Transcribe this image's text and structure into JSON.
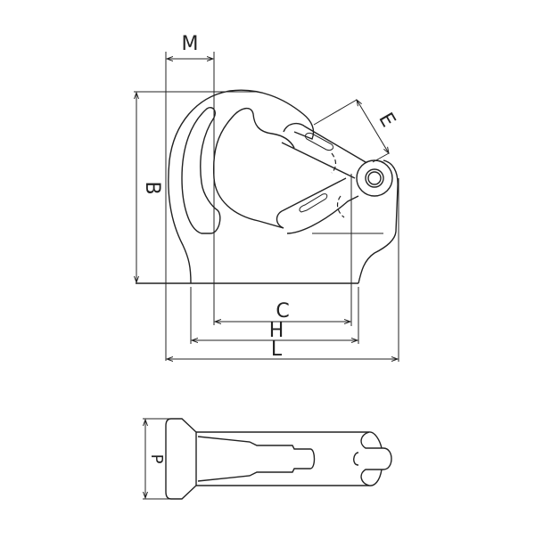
{
  "diagram": {
    "subject": "Snap hook technical drawing",
    "colors": {
      "line": "#222222",
      "background": "#ffffff"
    },
    "views": {
      "side": {
        "dimensions": {
          "M": "M",
          "B": "B",
          "E": "E",
          "C": "C",
          "H": "H",
          "L": "L"
        }
      },
      "top": {
        "dimensions": {
          "P": "P"
        }
      }
    }
  }
}
